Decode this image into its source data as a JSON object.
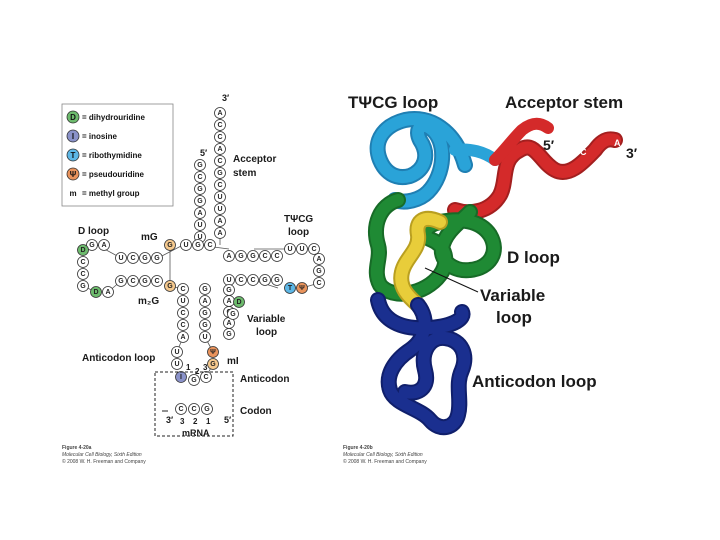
{
  "colors": {
    "d_badge": "#6dbb6d",
    "i_badge": "#8a92c9",
    "t_badge": "#5db7e6",
    "psi_badge": "#e9935c",
    "highlight_nt": "#f5c98e",
    "plain_nt": "#ffffff",
    "tube_light_blue": "#2aa3d8",
    "tube_red": "#d42a2a",
    "tube_green": "#1f8a34",
    "tube_yellow": "#e8cd3a",
    "tube_dark_blue": "#1a2f8f"
  },
  "legend": [
    {
      "letter": "D",
      "text": "= dihydrouridine",
      "badge": "d_badge"
    },
    {
      "letter": "I",
      "text": "= inosine",
      "badge": "i_badge"
    },
    {
      "letter": "T",
      "text": "= ribothymidine",
      "badge": "t_badge"
    },
    {
      "letter": "Ψ",
      "text": "= pseudouridine",
      "badge": "psi_badge"
    },
    {
      "letter": "m",
      "text": "= methyl group",
      "badge": ""
    }
  ],
  "left_panel": {
    "three_prime": "3′",
    "five_prime": "5′",
    "acceptor_stem": [
      "Acceptor",
      "stem"
    ],
    "tpsicg_loop": [
      "TΨCG",
      "loop"
    ],
    "d_loop": "D loop",
    "mG": "mG",
    "m2G": "m₂G",
    "variable_loop": [
      "Variable",
      "loop"
    ],
    "anticodon_loop": "Anticodon loop",
    "mI": "mI",
    "anticodon": "Anticodon",
    "codon": "Codon",
    "mrna": "mRNA",
    "codon_3prime": "3′",
    "codon_5prime": "5′",
    "anticodon_numbers": [
      "1",
      "2",
      "3"
    ],
    "codon_numbers": [
      "3",
      "2",
      "1"
    ],
    "nucleotides": {
      "tail": [
        "A",
        "C",
        "C",
        "A"
      ],
      "acc_left": [
        "G",
        "C",
        "G",
        "G",
        "A",
        "U",
        "U"
      ],
      "acc_right": [
        "C",
        "G",
        "C",
        "U",
        "U",
        "A",
        "A"
      ],
      "top_mid": [
        "U",
        "G",
        "C"
      ],
      "t_upper": [
        "U",
        "U",
        "C"
      ],
      "t_lower": [
        "A",
        "G",
        "G",
        "C",
        "C"
      ],
      "t_lower2": [
        "U",
        "C",
        "C",
        "G",
        "G"
      ],
      "t_right": [
        "A",
        "G",
        "C"
      ],
      "t_psi": [
        "T",
        "Ψ"
      ],
      "d_upper": [
        "G",
        "A"
      ],
      "d_upper_stem": [
        "U",
        "C",
        "G",
        "G"
      ],
      "d_left": [
        "D",
        "C",
        "C",
        "G"
      ],
      "d_lower": [
        "D",
        "A"
      ],
      "d_lower_stem": [
        "G",
        "C",
        "G",
        "C"
      ],
      "mg_nt": [
        "G"
      ],
      "m2g_nt": [
        "G"
      ],
      "ac_left": [
        "C",
        "U",
        "C",
        "C",
        "A"
      ],
      "ac_right": [
        "G",
        "A",
        "G",
        "G",
        "U"
      ],
      "var": [
        "G",
        "A",
        "C",
        "A",
        "G"
      ],
      "var_d": [
        "D"
      ],
      "var_g": [
        "G"
      ],
      "ac_loop": [
        "U",
        "U",
        "I",
        "G",
        "C"
      ],
      "psi_nt": [
        "Ψ"
      ],
      "mi_nt": [
        "G"
      ],
      "codon_nts": [
        "C",
        "C",
        "G"
      ]
    },
    "credit": [
      "Figure 4-20a",
      "Molecular Cell Biology, Sixth Edition",
      "© 2008 W. H. Freeman and Company"
    ]
  },
  "right_panel": {
    "tpsicg_loop": "TΨCG loop",
    "acceptor_stem": "Acceptor stem",
    "five_prime": "5′",
    "three_prime": "3′",
    "end_letters": [
      "C",
      "C",
      "A"
    ],
    "d_loop": "D loop",
    "variable_loop": [
      "Variable",
      "loop"
    ],
    "anticodon_loop": "Anticodon loop",
    "credit": [
      "Figure 4-20b",
      "Molecular Cell Biology, Sixth Edition",
      "© 2008 W. H. Freeman and Company"
    ]
  }
}
